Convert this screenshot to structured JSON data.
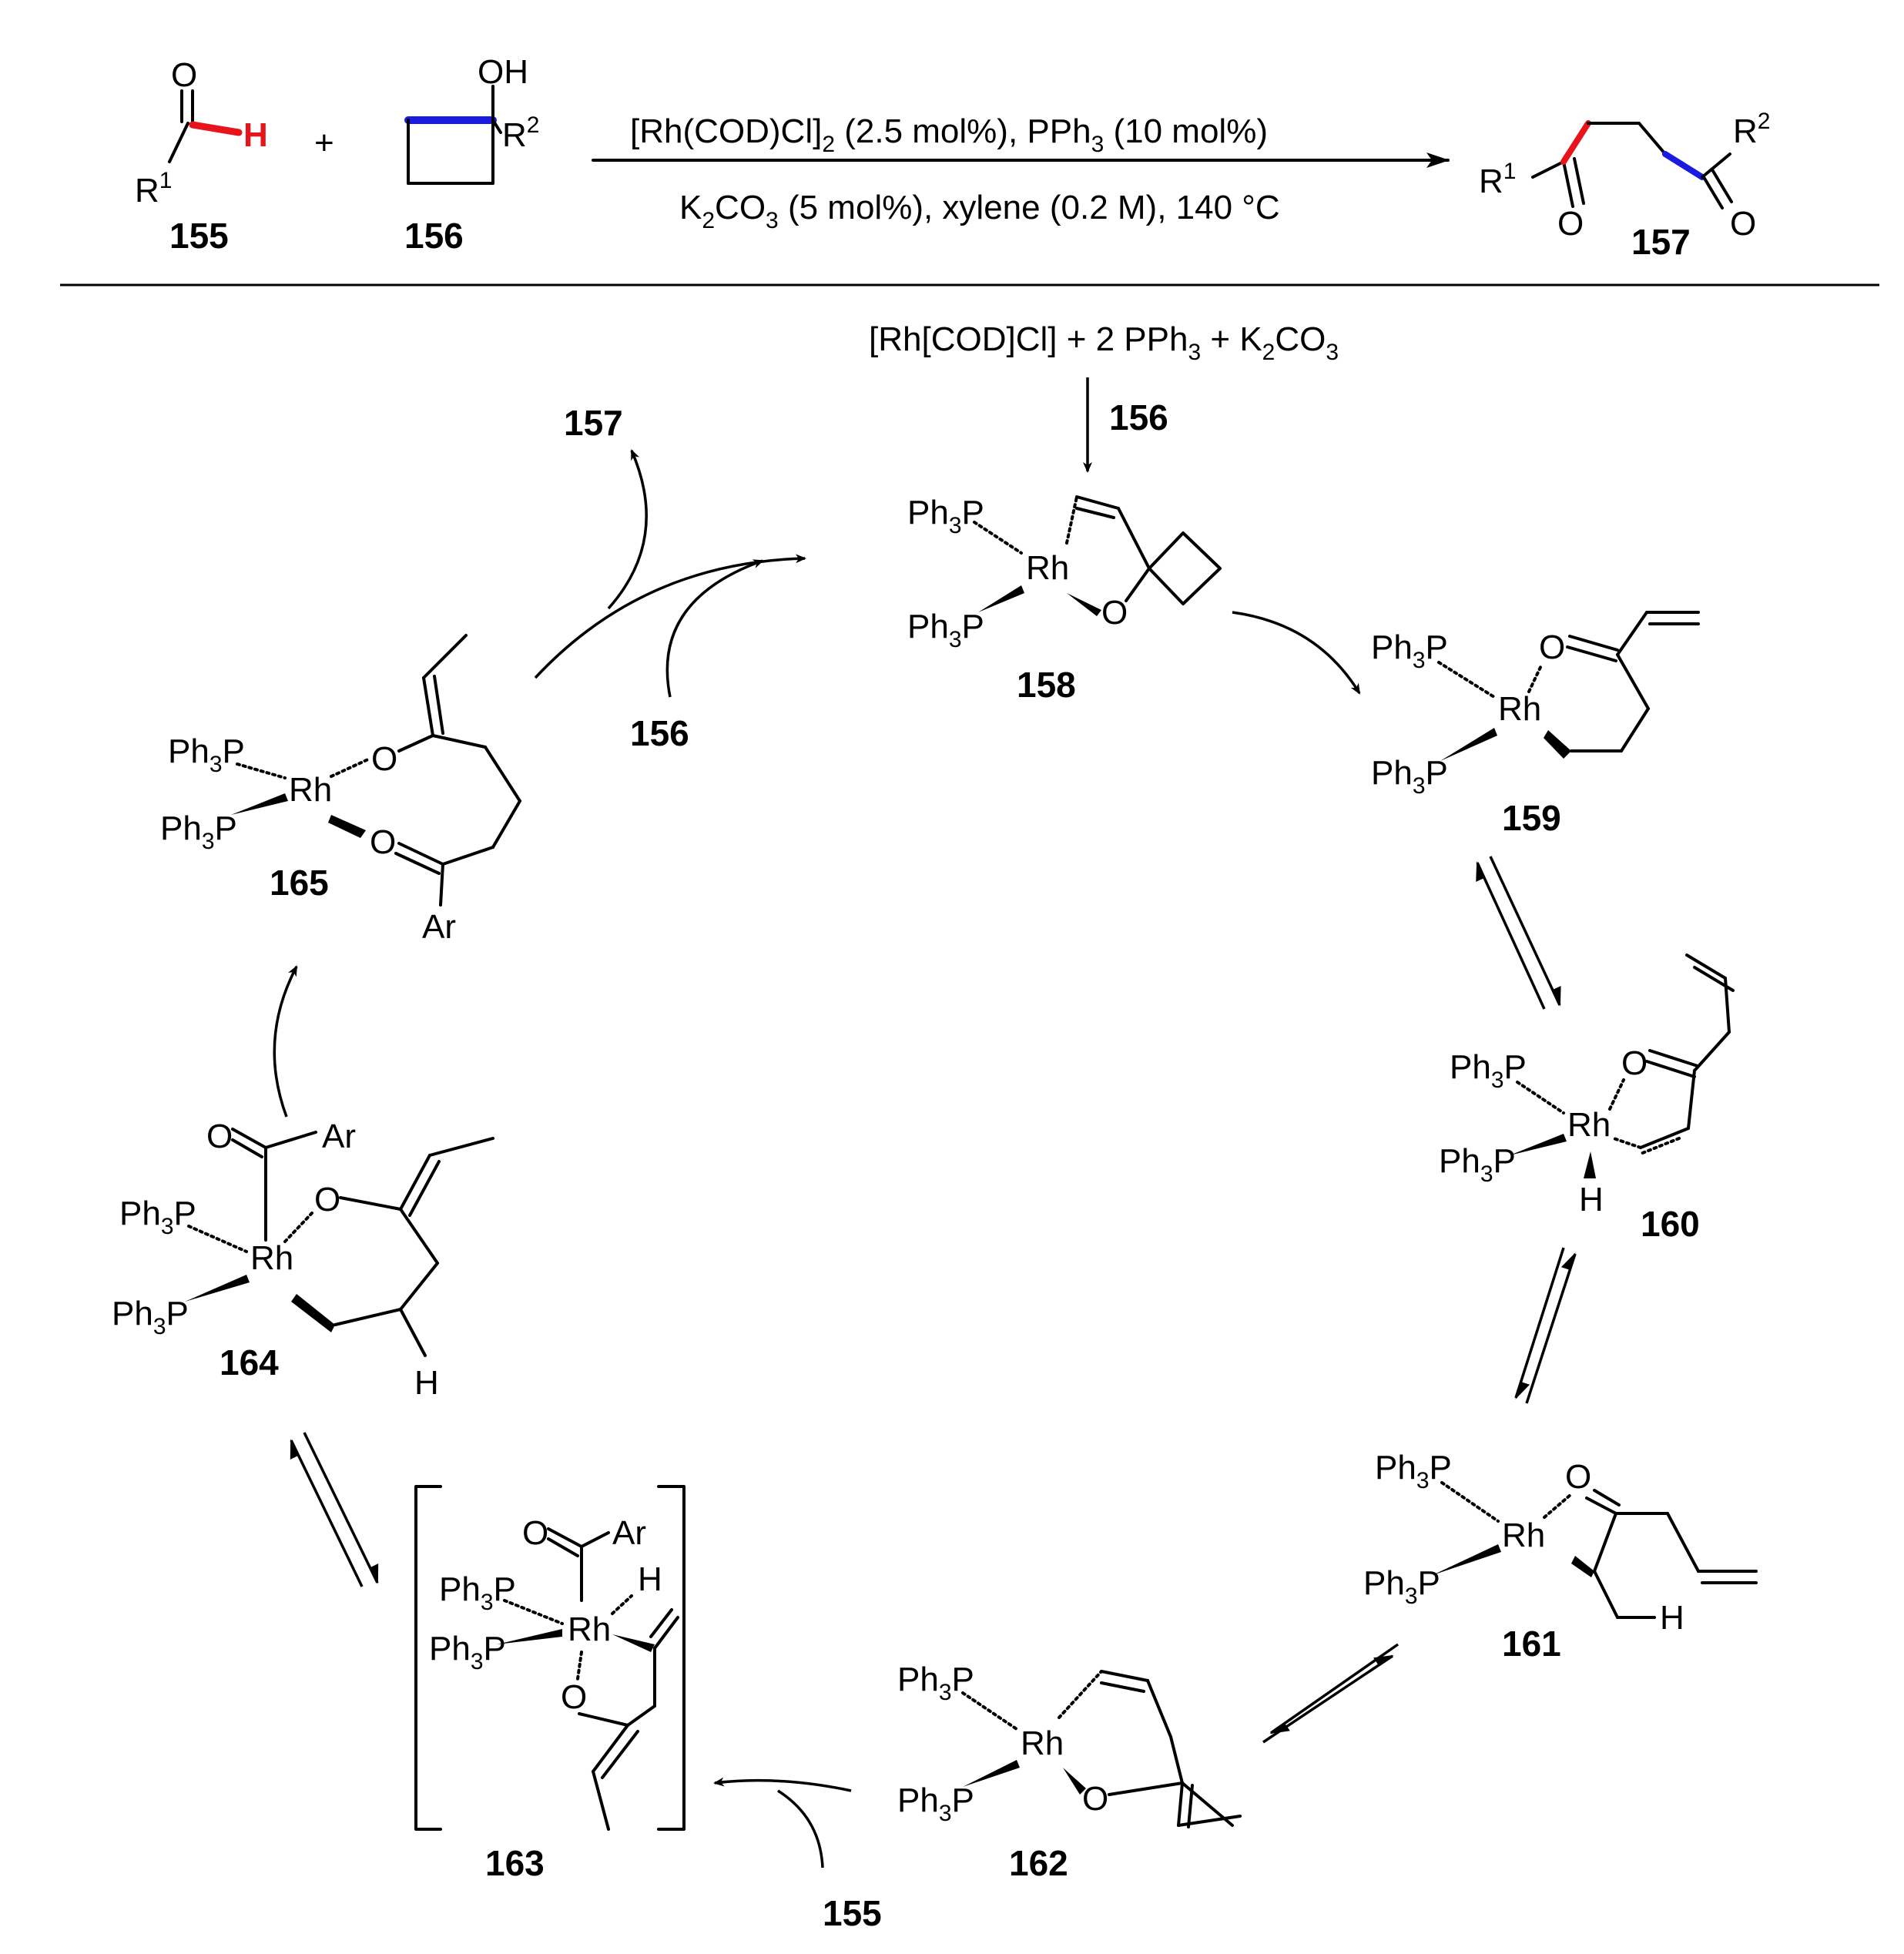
{
  "top": {
    "reagent_line_1": "[Rh(COD)Cl]2 (2.5 mol%), PPh3 (10 mol%)",
    "reagent_line_2": "K2CO3 (5 mol%), xylene (0.2 M), 140 °C",
    "plus": "+",
    "substituent_r1": "R1",
    "substituent_r2": "R2",
    "hydroxyl": "OH",
    "oxygen": "O",
    "hydrogen": "H",
    "label_155": "155",
    "label_156": "156",
    "label_157": "157",
    "highlight_colors": {
      "aldehyde_ch_bond": "#e8141b",
      "cyclobutanol_cc_bond": "#1a1ae0"
    }
  },
  "cycle": {
    "precatalyst": "[Rh[COD]Cl] + 2 PPh3 + K2CO3",
    "entry_156": "156",
    "exit_157": "157",
    "in_156": "156",
    "in_155": "155",
    "compounds": [
      "158",
      "159",
      "160",
      "161",
      "162",
      "163",
      "164",
      "165"
    ],
    "atoms": {
      "rh": "Rh",
      "o": "O",
      "h": "H",
      "ar": "Ar",
      "pph3": "Ph3P"
    }
  }
}
